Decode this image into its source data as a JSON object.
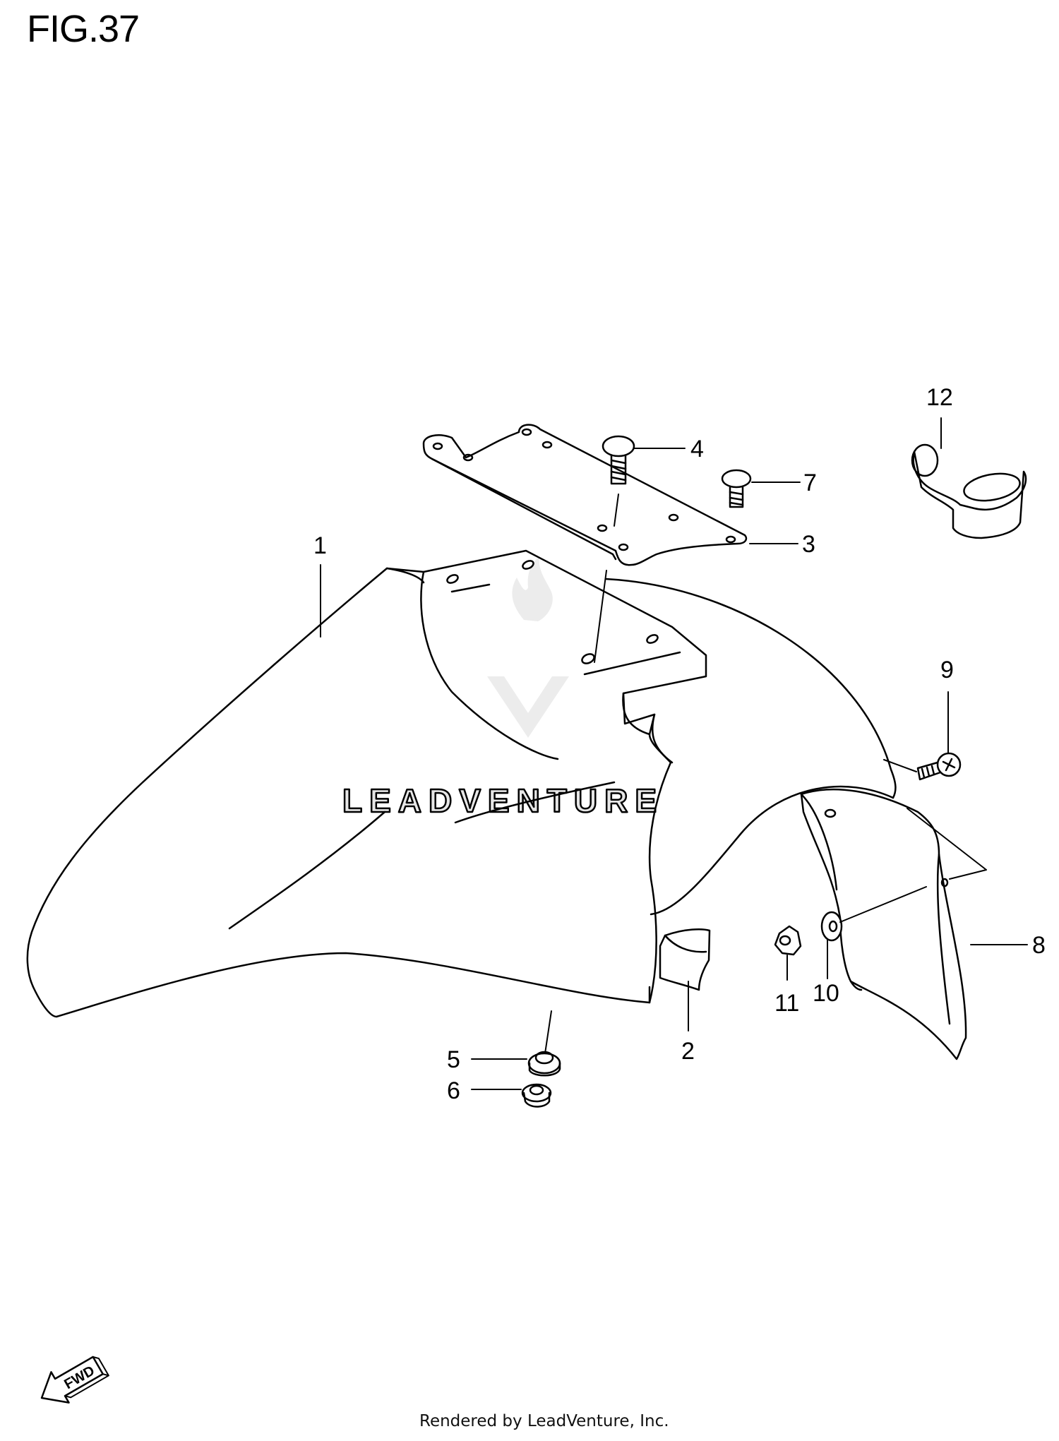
{
  "figure": {
    "title": "FIG.37"
  },
  "callouts": [
    {
      "id": "1",
      "label": "1"
    },
    {
      "id": "2",
      "label": "2"
    },
    {
      "id": "3",
      "label": "3"
    },
    {
      "id": "4",
      "label": "4"
    },
    {
      "id": "5",
      "label": "5"
    },
    {
      "id": "6",
      "label": "6"
    },
    {
      "id": "7",
      "label": "7"
    },
    {
      "id": "8",
      "label": "8"
    },
    {
      "id": "9",
      "label": "9"
    },
    {
      "id": "10",
      "label": "10"
    },
    {
      "id": "11",
      "label": "11"
    },
    {
      "id": "12",
      "label": "12"
    }
  ],
  "watermark": {
    "text": "LEADVENTURE"
  },
  "direction_badge": {
    "text": "FWD"
  },
  "footer": {
    "credit": "Rendered by LeadVenture, Inc."
  }
}
